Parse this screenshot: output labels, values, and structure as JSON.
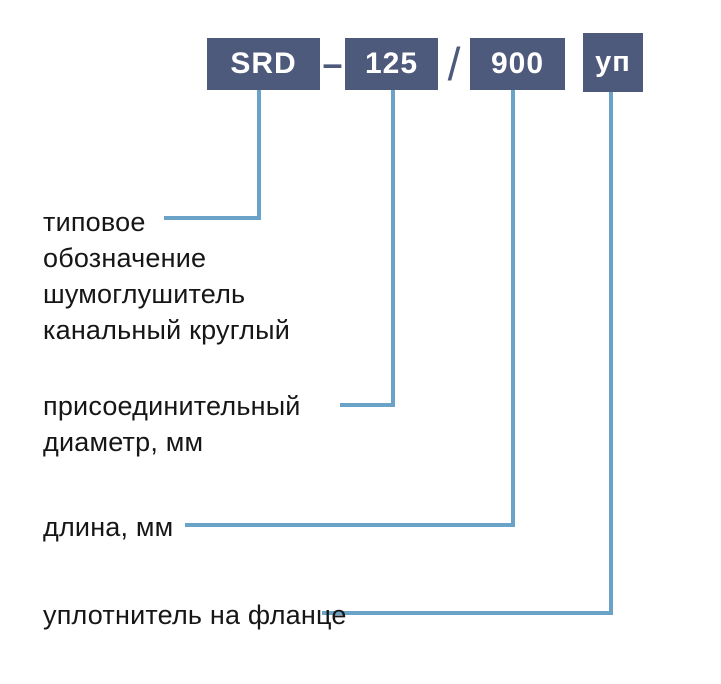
{
  "designation": {
    "series": "SRD",
    "dash": "–",
    "diameter": "125",
    "slash": "/",
    "length": "900",
    "seal": "уп"
  },
  "callouts": [
    {
      "id": "series",
      "text": "типовое\nобозначение\nшумоглушитель\nканальный круглый"
    },
    {
      "id": "diameter",
      "text": "присоединительный\nдиаметр, мм"
    },
    {
      "id": "length",
      "text": "длина, мм"
    },
    {
      "id": "seal",
      "text": "уплотнитель на фланце"
    }
  ],
  "colors": {
    "box_fill": "#4d5a7c",
    "box_text": "#ffffff",
    "separator": "#4d5a7c",
    "connector_line": "#6aa2c8",
    "label_text": "#161616",
    "background": "#ffffff"
  }
}
